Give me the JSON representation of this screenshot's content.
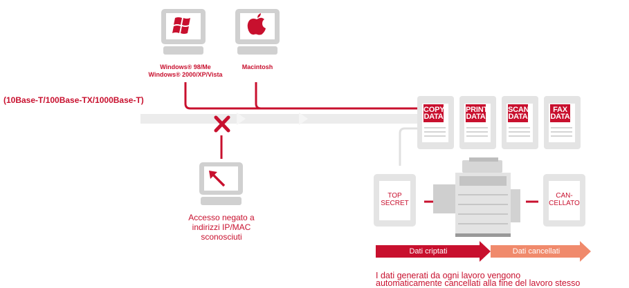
{
  "computers": {
    "windows_label_1": "Windows® 98/Me",
    "windows_label_2": "Windows® 2000/XP/Vista",
    "mac_label": "Macintosh"
  },
  "network": {
    "label": "(10Base-T/100Base-TX/1000Base-T)"
  },
  "data_docs": [
    {
      "line1": "COPY",
      "line2": "DATA"
    },
    {
      "line1": "PRINT",
      "line2": "DATA"
    },
    {
      "line1": "SCAN",
      "line2": "DATA"
    },
    {
      "line1": "FAX",
      "line2": "DATA"
    }
  ],
  "left_doc": {
    "line1": "TOP",
    "line2": "SECRET"
  },
  "right_doc": {
    "line1": "CAN-",
    "line2": "CELLATO"
  },
  "access_denied": {
    "line1": "Accesso negato a",
    "line2": "indirizzi IP/MAC",
    "line3": "sconosciuti"
  },
  "flow": {
    "encrypted": "Dati criptati",
    "deleted": "Dati cancellati"
  },
  "caption": {
    "line1": "I dati generati da ogni lavoro vengono",
    "line2": "automaticamente cancellati alla fine del lavoro stesso"
  },
  "colors": {
    "accent_red": "#c8102e",
    "salmon": "#f08a6c",
    "light_gray": "#e6e6e6",
    "icon_gray": "#cfcfcf"
  }
}
